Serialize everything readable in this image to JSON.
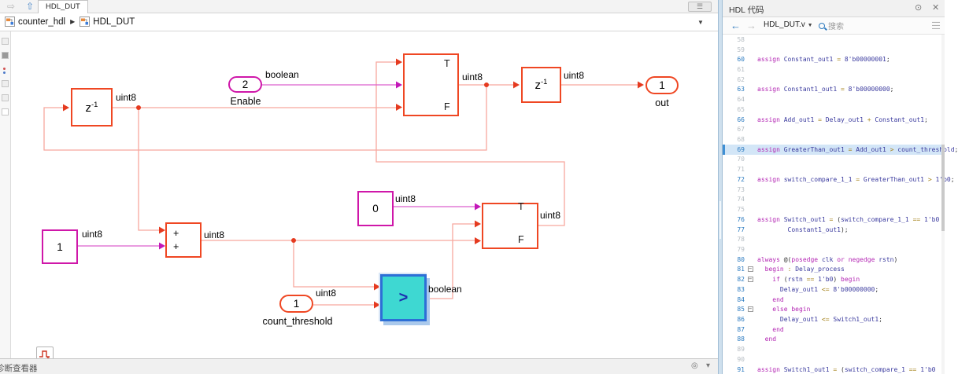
{
  "window": {
    "tab": "HDL_DUT",
    "breadcrumb": [
      "counter_hdl",
      "HDL_DUT"
    ],
    "breadcrumb_sep": "▶",
    "status_text": "诊断查看器",
    "forward_glyph": "⇨",
    "up_glyph": "⇧",
    "menu_glyph": "☰",
    "dropdown_glyph": "▼",
    "status_target_glyph": "◎",
    "status_caret_glyph": "▾"
  },
  "diagram": {
    "delay": {
      "base": "z",
      "exp": "-1"
    },
    "enable_port": {
      "num": "2",
      "label": "Enable"
    },
    "out_port": {
      "num": "1",
      "label": "out"
    },
    "threshold_port": {
      "num": "1",
      "label": "count_threshold"
    },
    "const_one": "1",
    "const_zero": "0",
    "gt_symbol": ">",
    "plus": "+",
    "switch_true": "T",
    "switch_false": "F",
    "sig": {
      "s1": "uint8",
      "s2": "boolean",
      "s3": "uint8",
      "s4": "uint8",
      "s5": "uint8",
      "s6": "uint8",
      "s7": "uint8",
      "s8": "uint8",
      "s9": "uint8",
      "s10": "boolean"
    },
    "colors": {
      "highlight_red": "#ef4723",
      "highlight_magenta": "#cf17a9",
      "selected_fill": "#3ed8d2",
      "selected_border": "#2d6fd6",
      "wire_red": "#f7a89e",
      "wire_magenta": "#dc5fcd"
    }
  },
  "code_panel": {
    "title": "HDL 代码",
    "file_selector": "HDL_DUT.v",
    "search_placeholder": "搜索",
    "highlight_line": 69,
    "fold_lines": [
      81,
      82,
      85
    ],
    "lines": [
      {
        "n": 58,
        "t": ""
      },
      {
        "n": 59,
        "t": ""
      },
      {
        "n": 60,
        "t": "assign Constant_out1 = 8'b00000001;"
      },
      {
        "n": 61,
        "t": ""
      },
      {
        "n": 62,
        "t": ""
      },
      {
        "n": 63,
        "t": "assign Constant1_out1 = 8'b00000000;"
      },
      {
        "n": 64,
        "t": ""
      },
      {
        "n": 65,
        "t": ""
      },
      {
        "n": 66,
        "t": "assign Add_out1 = Delay_out1 + Constant_out1;"
      },
      {
        "n": 67,
        "t": ""
      },
      {
        "n": 68,
        "t": ""
      },
      {
        "n": 69,
        "t": "assign GreaterThan_out1 = Add_out1 > count_threshold;"
      },
      {
        "n": 70,
        "t": ""
      },
      {
        "n": 71,
        "t": ""
      },
      {
        "n": 72,
        "t": "assign switch_compare_1_1 = GreaterThan_out1 > 1'b0;"
      },
      {
        "n": 73,
        "t": ""
      },
      {
        "n": 74,
        "t": ""
      },
      {
        "n": 75,
        "t": ""
      },
      {
        "n": 76,
        "t": "assign Switch_out1 = (switch_compare_1_1 == 1'b0"
      },
      {
        "n": 77,
        "t": "        Constant1_out1);"
      },
      {
        "n": 78,
        "t": ""
      },
      {
        "n": 79,
        "t": ""
      },
      {
        "n": 80,
        "t": "always @(posedge clk or negedge rstn)"
      },
      {
        "n": 81,
        "t": "  begin : Delay_process"
      },
      {
        "n": 82,
        "t": "    if (rstn == 1'b0) begin"
      },
      {
        "n": 83,
        "t": "      Delay_out1 <= 8'b00000000;"
      },
      {
        "n": 84,
        "t": "    end"
      },
      {
        "n": 85,
        "t": "    else begin"
      },
      {
        "n": 86,
        "t": "      Delay_out1 <= Switch1_out1;"
      },
      {
        "n": 87,
        "t": "    end"
      },
      {
        "n": 88,
        "t": "  end"
      },
      {
        "n": 89,
        "t": ""
      },
      {
        "n": 90,
        "t": ""
      },
      {
        "n": 91,
        "t": "assign Switch1_out1 = (switch_compare_1 == 1'b0"
      }
    ]
  }
}
